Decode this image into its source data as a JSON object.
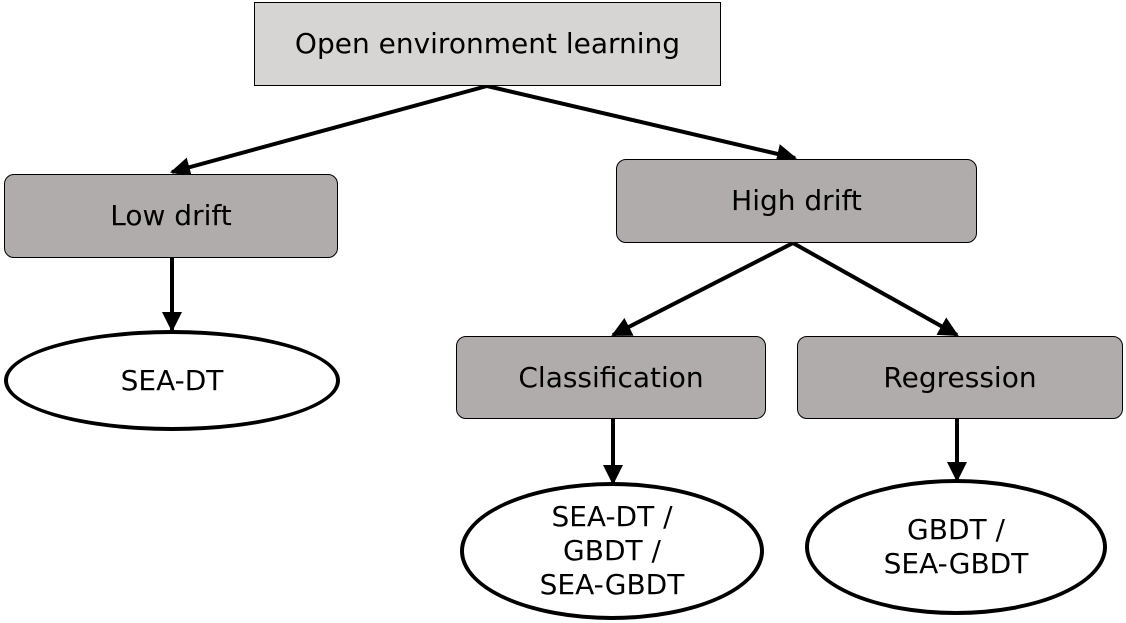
{
  "root": {
    "label": "Open environment learning"
  },
  "low_drift": {
    "label": "Low drift",
    "leaf": "SEA-DT"
  },
  "high_drift": {
    "label": "High drift",
    "classification": {
      "label": "Classification",
      "leaf_lines": [
        "SEA-DT /",
        "GBDT /",
        "SEA-GBDT"
      ]
    },
    "regression": {
      "label": "Regression",
      "leaf_lines": [
        "GBDT /",
        "SEA-GBDT"
      ]
    }
  }
}
